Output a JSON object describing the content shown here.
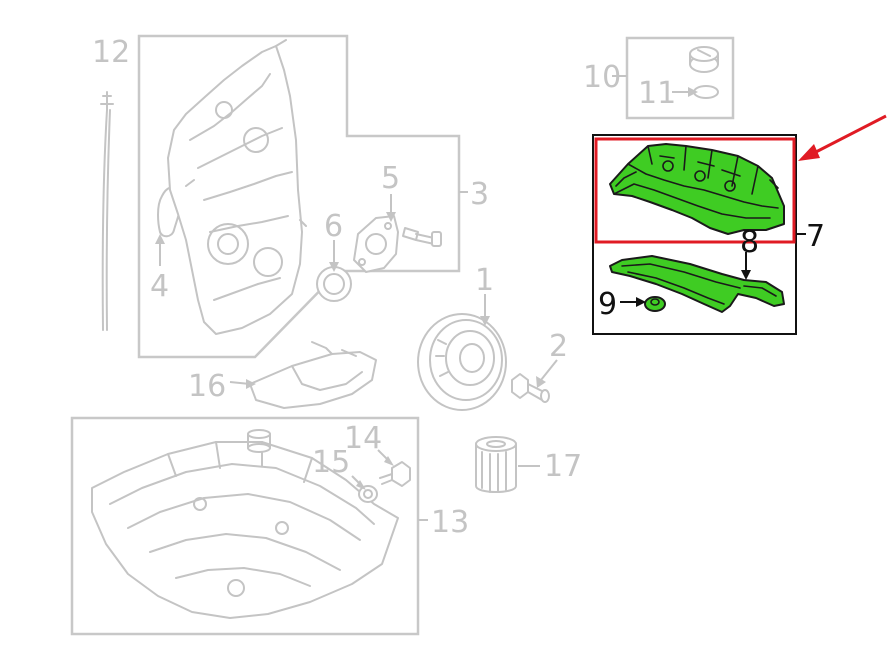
{
  "diagram": {
    "callouts": [
      {
        "id": "1",
        "text": "1",
        "highlighted": false
      },
      {
        "id": "2",
        "text": "2",
        "highlighted": false
      },
      {
        "id": "3",
        "text": "3",
        "highlighted": false
      },
      {
        "id": "4",
        "text": "4",
        "highlighted": false
      },
      {
        "id": "5",
        "text": "5",
        "highlighted": false
      },
      {
        "id": "6",
        "text": "6",
        "highlighted": false
      },
      {
        "id": "7",
        "text": "7",
        "highlighted": true
      },
      {
        "id": "8",
        "text": "8",
        "highlighted": true
      },
      {
        "id": "9",
        "text": "9",
        "highlighted": true
      },
      {
        "id": "10",
        "text": "10",
        "highlighted": false
      },
      {
        "id": "11",
        "text": "11",
        "highlighted": false
      },
      {
        "id": "12",
        "text": "12",
        "highlighted": false
      },
      {
        "id": "13",
        "text": "13",
        "highlighted": false
      },
      {
        "id": "14",
        "text": "14",
        "highlighted": false
      },
      {
        "id": "15",
        "text": "15",
        "highlighted": false
      },
      {
        "id": "16",
        "text": "16",
        "highlighted": false
      },
      {
        "id": "17",
        "text": "17",
        "highlighted": false
      }
    ],
    "colors": {
      "highlight_part": "#3fcc23",
      "highlight_box": "#e01b24",
      "pointer_arrow": "#e01b24",
      "faded_line": "#c4c4c4",
      "active_line": "#111111"
    },
    "icons": [
      "red-pointer-arrow-icon"
    ]
  }
}
